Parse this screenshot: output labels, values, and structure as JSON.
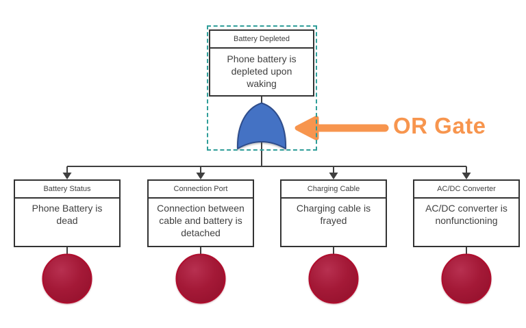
{
  "top_event": {
    "title": "Battery Depleted",
    "description": "Phone battery is depleted upon waking"
  },
  "gate": {
    "type": "OR",
    "fill": "#4472C4",
    "stroke": "#2E4D8C"
  },
  "annotation": {
    "label": "OR Gate",
    "color": "#F7954E"
  },
  "basic_events": [
    {
      "title": "Battery Status",
      "description": "Phone Battery is dead"
    },
    {
      "title": "Connection Port",
      "description": "Connection between cable and battery is detached"
    },
    {
      "title": "Charging Cable",
      "description": "Charging cable is frayed"
    },
    {
      "title": "AC/DC Converter",
      "description": "AC/DC converter is nonfunctioning"
    }
  ],
  "colors": {
    "box_border": "#333333",
    "text": "#404040",
    "dashed_frame": "#2F9E99",
    "connector": "#3F3F3F",
    "event_circle_fill": "#A41937",
    "event_circle_stroke": "#AF0D2D",
    "background": "#FFFFFF"
  }
}
